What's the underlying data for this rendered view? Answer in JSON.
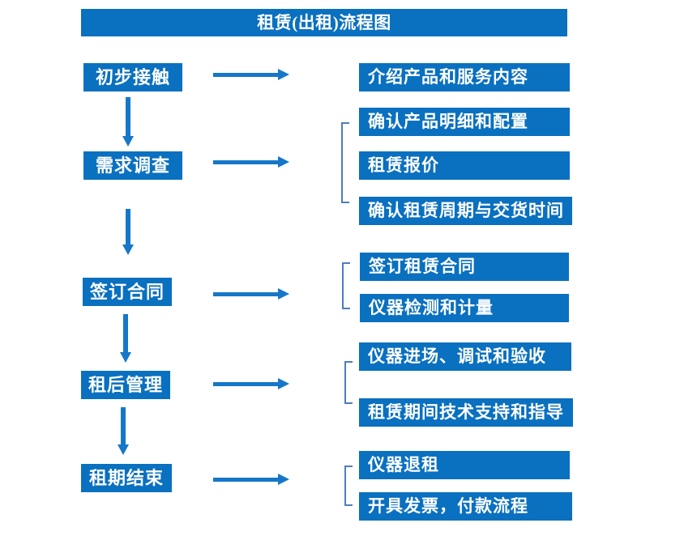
{
  "title": "租赁(出租)流程图",
  "colors": {
    "box_blue": "#0a70c0",
    "arrow_blue": "#1577c9",
    "bracket_blue": "#4d7dbd",
    "text_white": "#ffffff"
  },
  "flow": {
    "rows": [
      {
        "step": "初步接触",
        "details": [
          "介绍产品和服务内容"
        ]
      },
      {
        "step": "需求调查",
        "details": [
          "确认产品明细和配置",
          "租赁报价",
          "确认租赁周期与交货时间"
        ]
      },
      {
        "step": "签订合同",
        "details": [
          "签订租赁合同",
          "仪器检测和计量"
        ]
      },
      {
        "step": "租后管理",
        "details": [
          "仪器进场、调试和验收",
          "租赁期间技术支持和指导"
        ]
      },
      {
        "step": "租期结束",
        "details": [
          "仪器退租",
          "开具发票，付款流程"
        ]
      }
    ]
  }
}
